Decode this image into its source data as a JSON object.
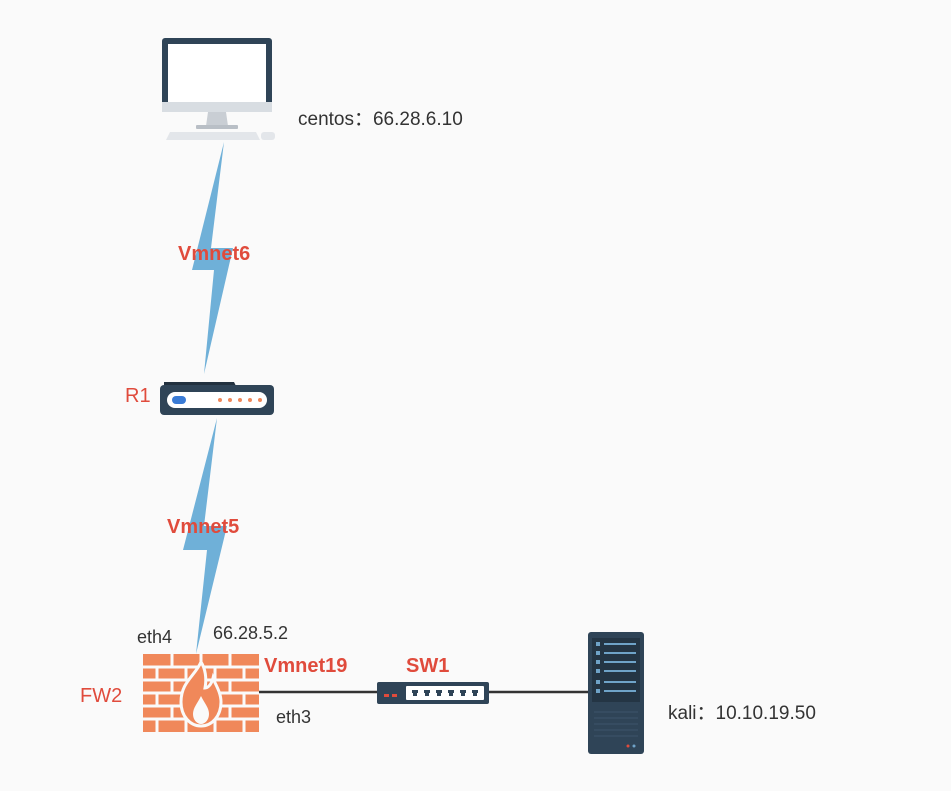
{
  "colors": {
    "background": "#fafafa",
    "link": "#333333",
    "lightning": "#6fb0d8",
    "label_red": "#e04b3c",
    "text": "#333333",
    "firewall": "#f0885a",
    "device_dark": "#2f4457"
  },
  "nodes": {
    "centos": {
      "icon": "desktop-computer-icon",
      "label": "centos：66.28.6.10"
    },
    "r1": {
      "icon": "router-icon",
      "label": "R1"
    },
    "fw2": {
      "icon": "firewall-icon",
      "label": "FW2"
    },
    "sw1": {
      "icon": "switch-icon",
      "label": "SW1"
    },
    "kali": {
      "icon": "server-icon",
      "label": "kali：10.10.19.50"
    }
  },
  "links": {
    "vmnet6": {
      "label": "Vmnet6"
    },
    "vmnet5": {
      "label": "Vmnet5"
    },
    "vmnet19": {
      "label": "Vmnet19"
    }
  },
  "interfaces": {
    "fw2_eth4": "eth4",
    "fw2_eth4_ip": "66.28.5.2",
    "fw2_eth3": "eth3"
  }
}
